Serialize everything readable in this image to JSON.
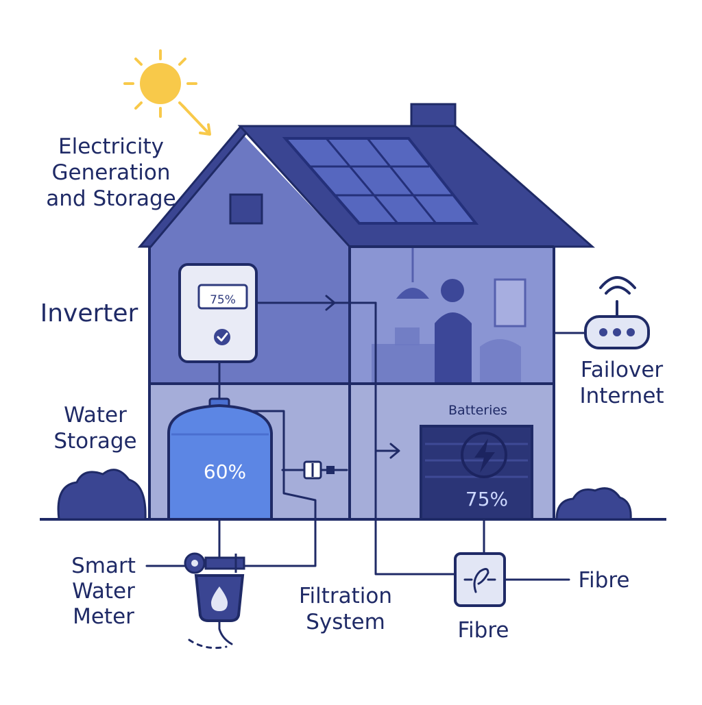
{
  "labels": {
    "electricity": [
      "Electricity",
      "Generation",
      "and Storage"
    ],
    "inverter": "Inverter",
    "water_storage": [
      "Water",
      "Storage"
    ],
    "failover_internet": [
      "Failover",
      "Internet"
    ],
    "batteries": "Batteries",
    "smart_water_meter": [
      "Smart",
      "Water",
      "Meter"
    ],
    "filtration_system": [
      "Filtration",
      "System"
    ],
    "fibre_bottom": "Fibre",
    "fibre_right": "Fibre"
  },
  "values": {
    "inverter_display": "75%",
    "water_level": "60%",
    "battery_level": "75%"
  },
  "icons": {
    "sun": "sun-icon",
    "solar": "solar-panel-icon",
    "wifi": "wifi-icon",
    "router": "router-icon",
    "check": "check-icon",
    "lightning": "lightning-icon",
    "droplet": "water-drop-icon",
    "fibre": "fibre-icon"
  },
  "colors": {
    "house": "#6c78c2",
    "house_light": "#8a95d3",
    "roof": "#3a4592",
    "outline": "#1f2a66",
    "sun": "#f8c94a",
    "tank": "#5c86e4",
    "battery": "#2b3577"
  }
}
